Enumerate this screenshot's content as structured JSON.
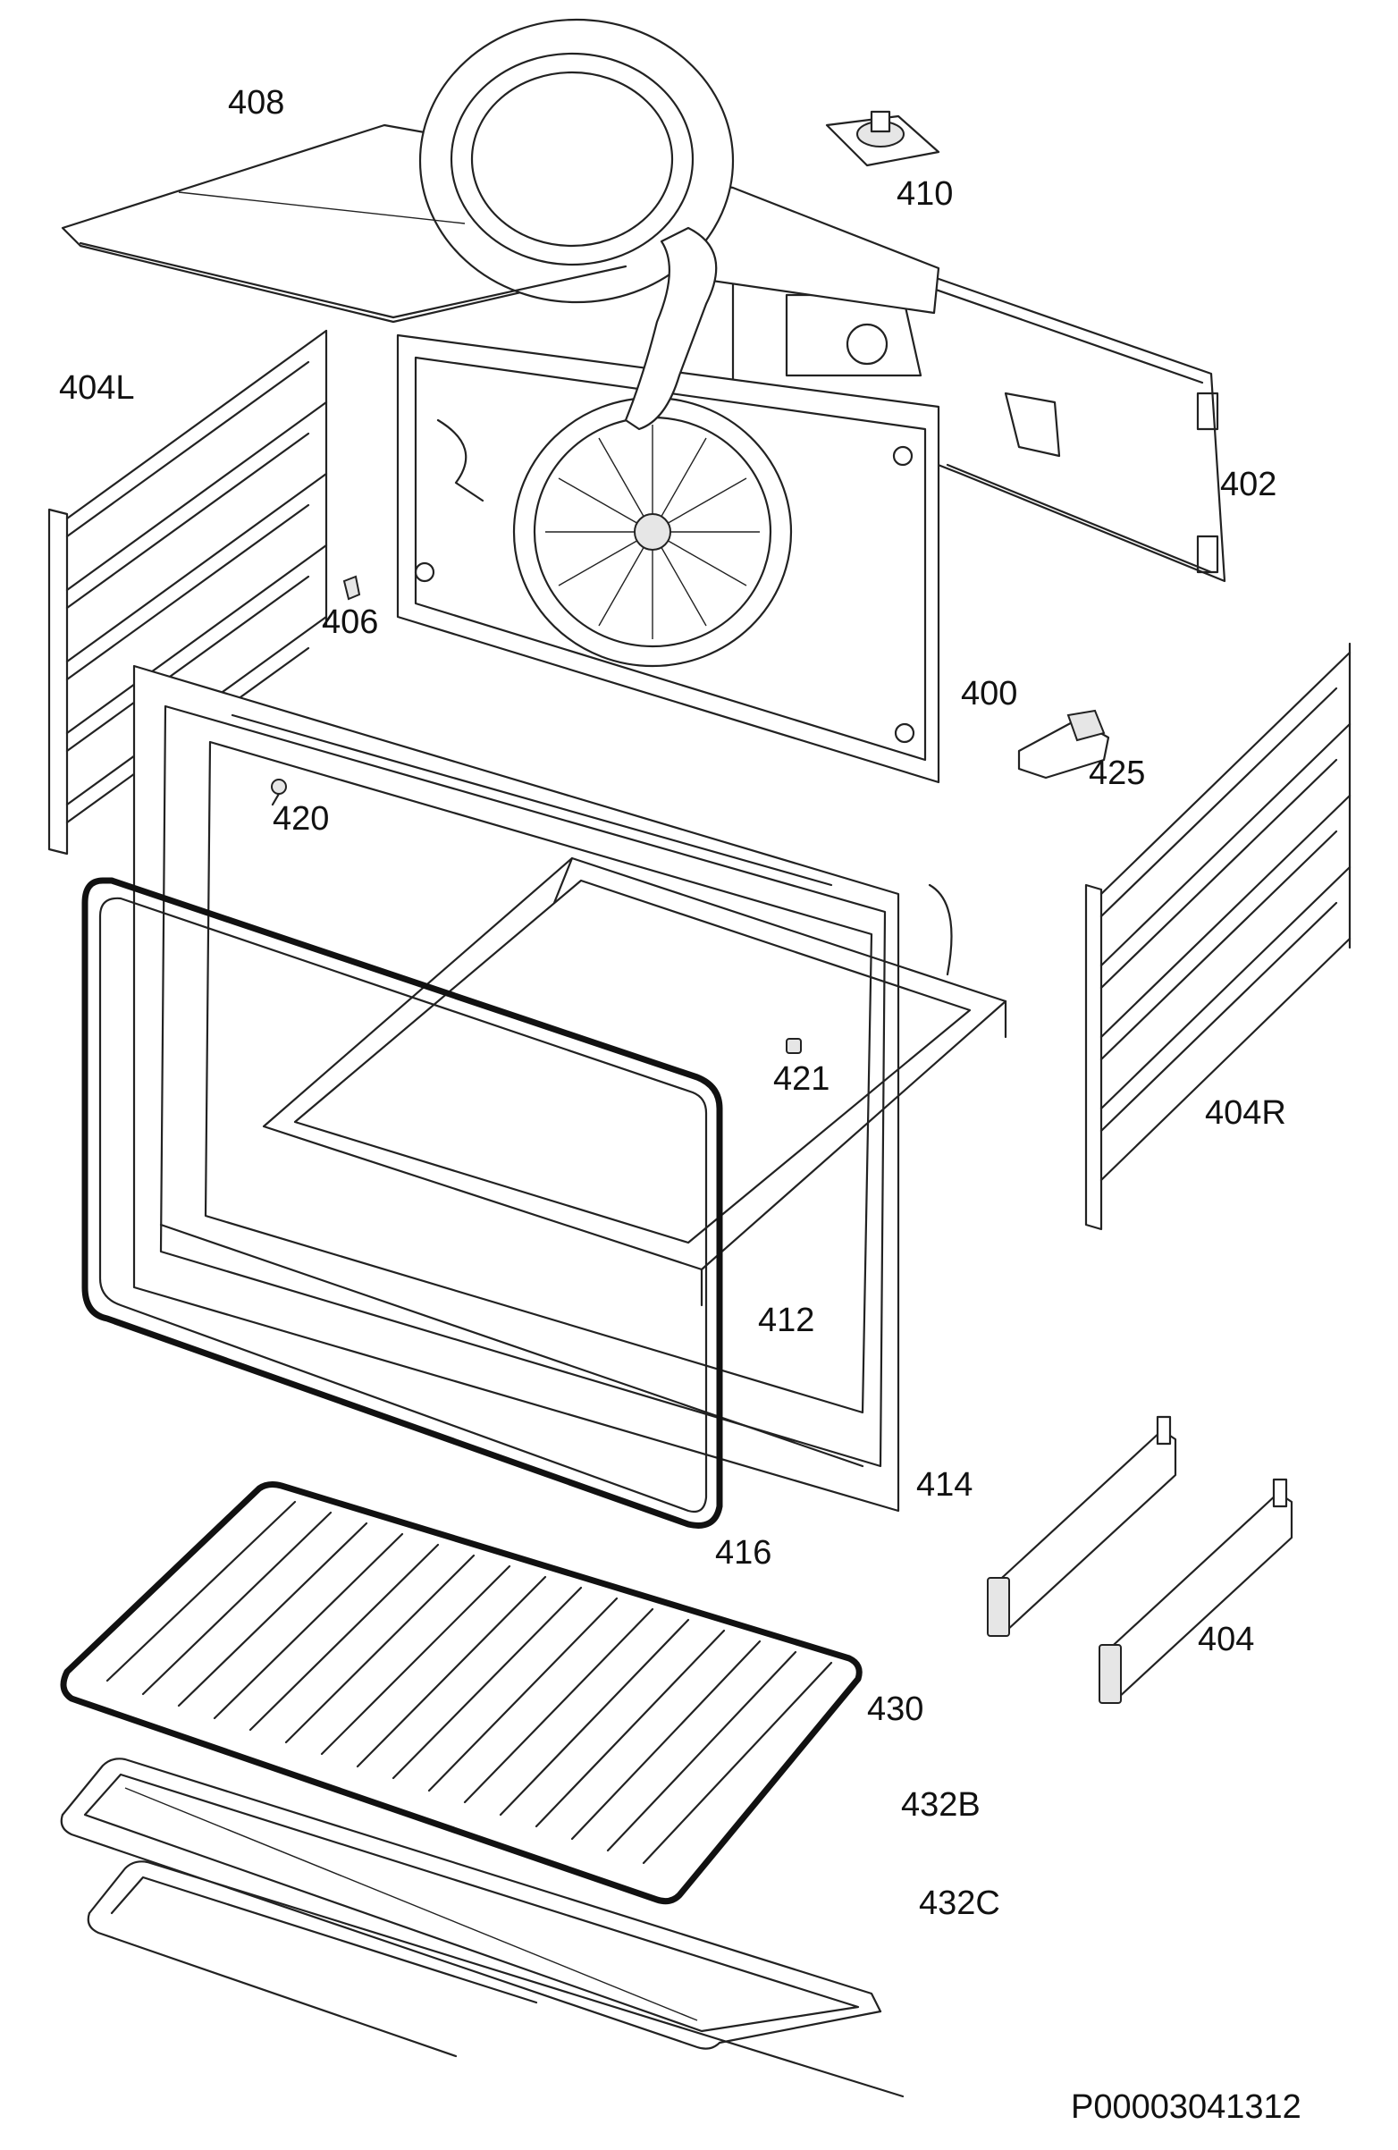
{
  "labels": {
    "p408": "408",
    "p410": "410",
    "p404L": "404L",
    "p402": "402",
    "p406": "406",
    "p400": "400",
    "p425": "425",
    "p420": "420",
    "p421": "421",
    "p404R": "404R",
    "p412": "412",
    "p414": "414",
    "p416": "416",
    "p404": "404",
    "p430": "430",
    "p432B": "432B",
    "p432C": "432C"
  },
  "drawing_code": "P00003041312"
}
